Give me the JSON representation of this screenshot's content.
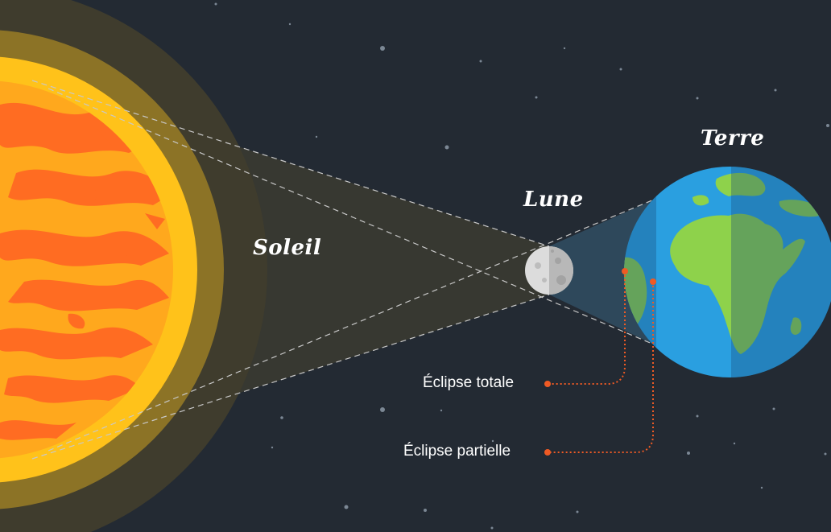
{
  "labels": {
    "sun": "Soleil",
    "moon": "Lune",
    "earth": "Terre",
    "total_eclipse": "Éclipse totale",
    "partial_eclipse": "Éclipse partielle"
  },
  "colors": {
    "space": "#232a33",
    "sun_core": "#ffa81d",
    "sun_spots": "#ff6c22",
    "sun_rim": "#ffc21a",
    "sun_glow_inner": "#8c7326",
    "sun_glow_outer": "#3f3c2d",
    "moon": "#dcdcdc",
    "ocean": "#2a9fe0",
    "land": "#8ed24b",
    "shadow_cone": "#2f4a5e",
    "marker": "#ef5a24"
  }
}
